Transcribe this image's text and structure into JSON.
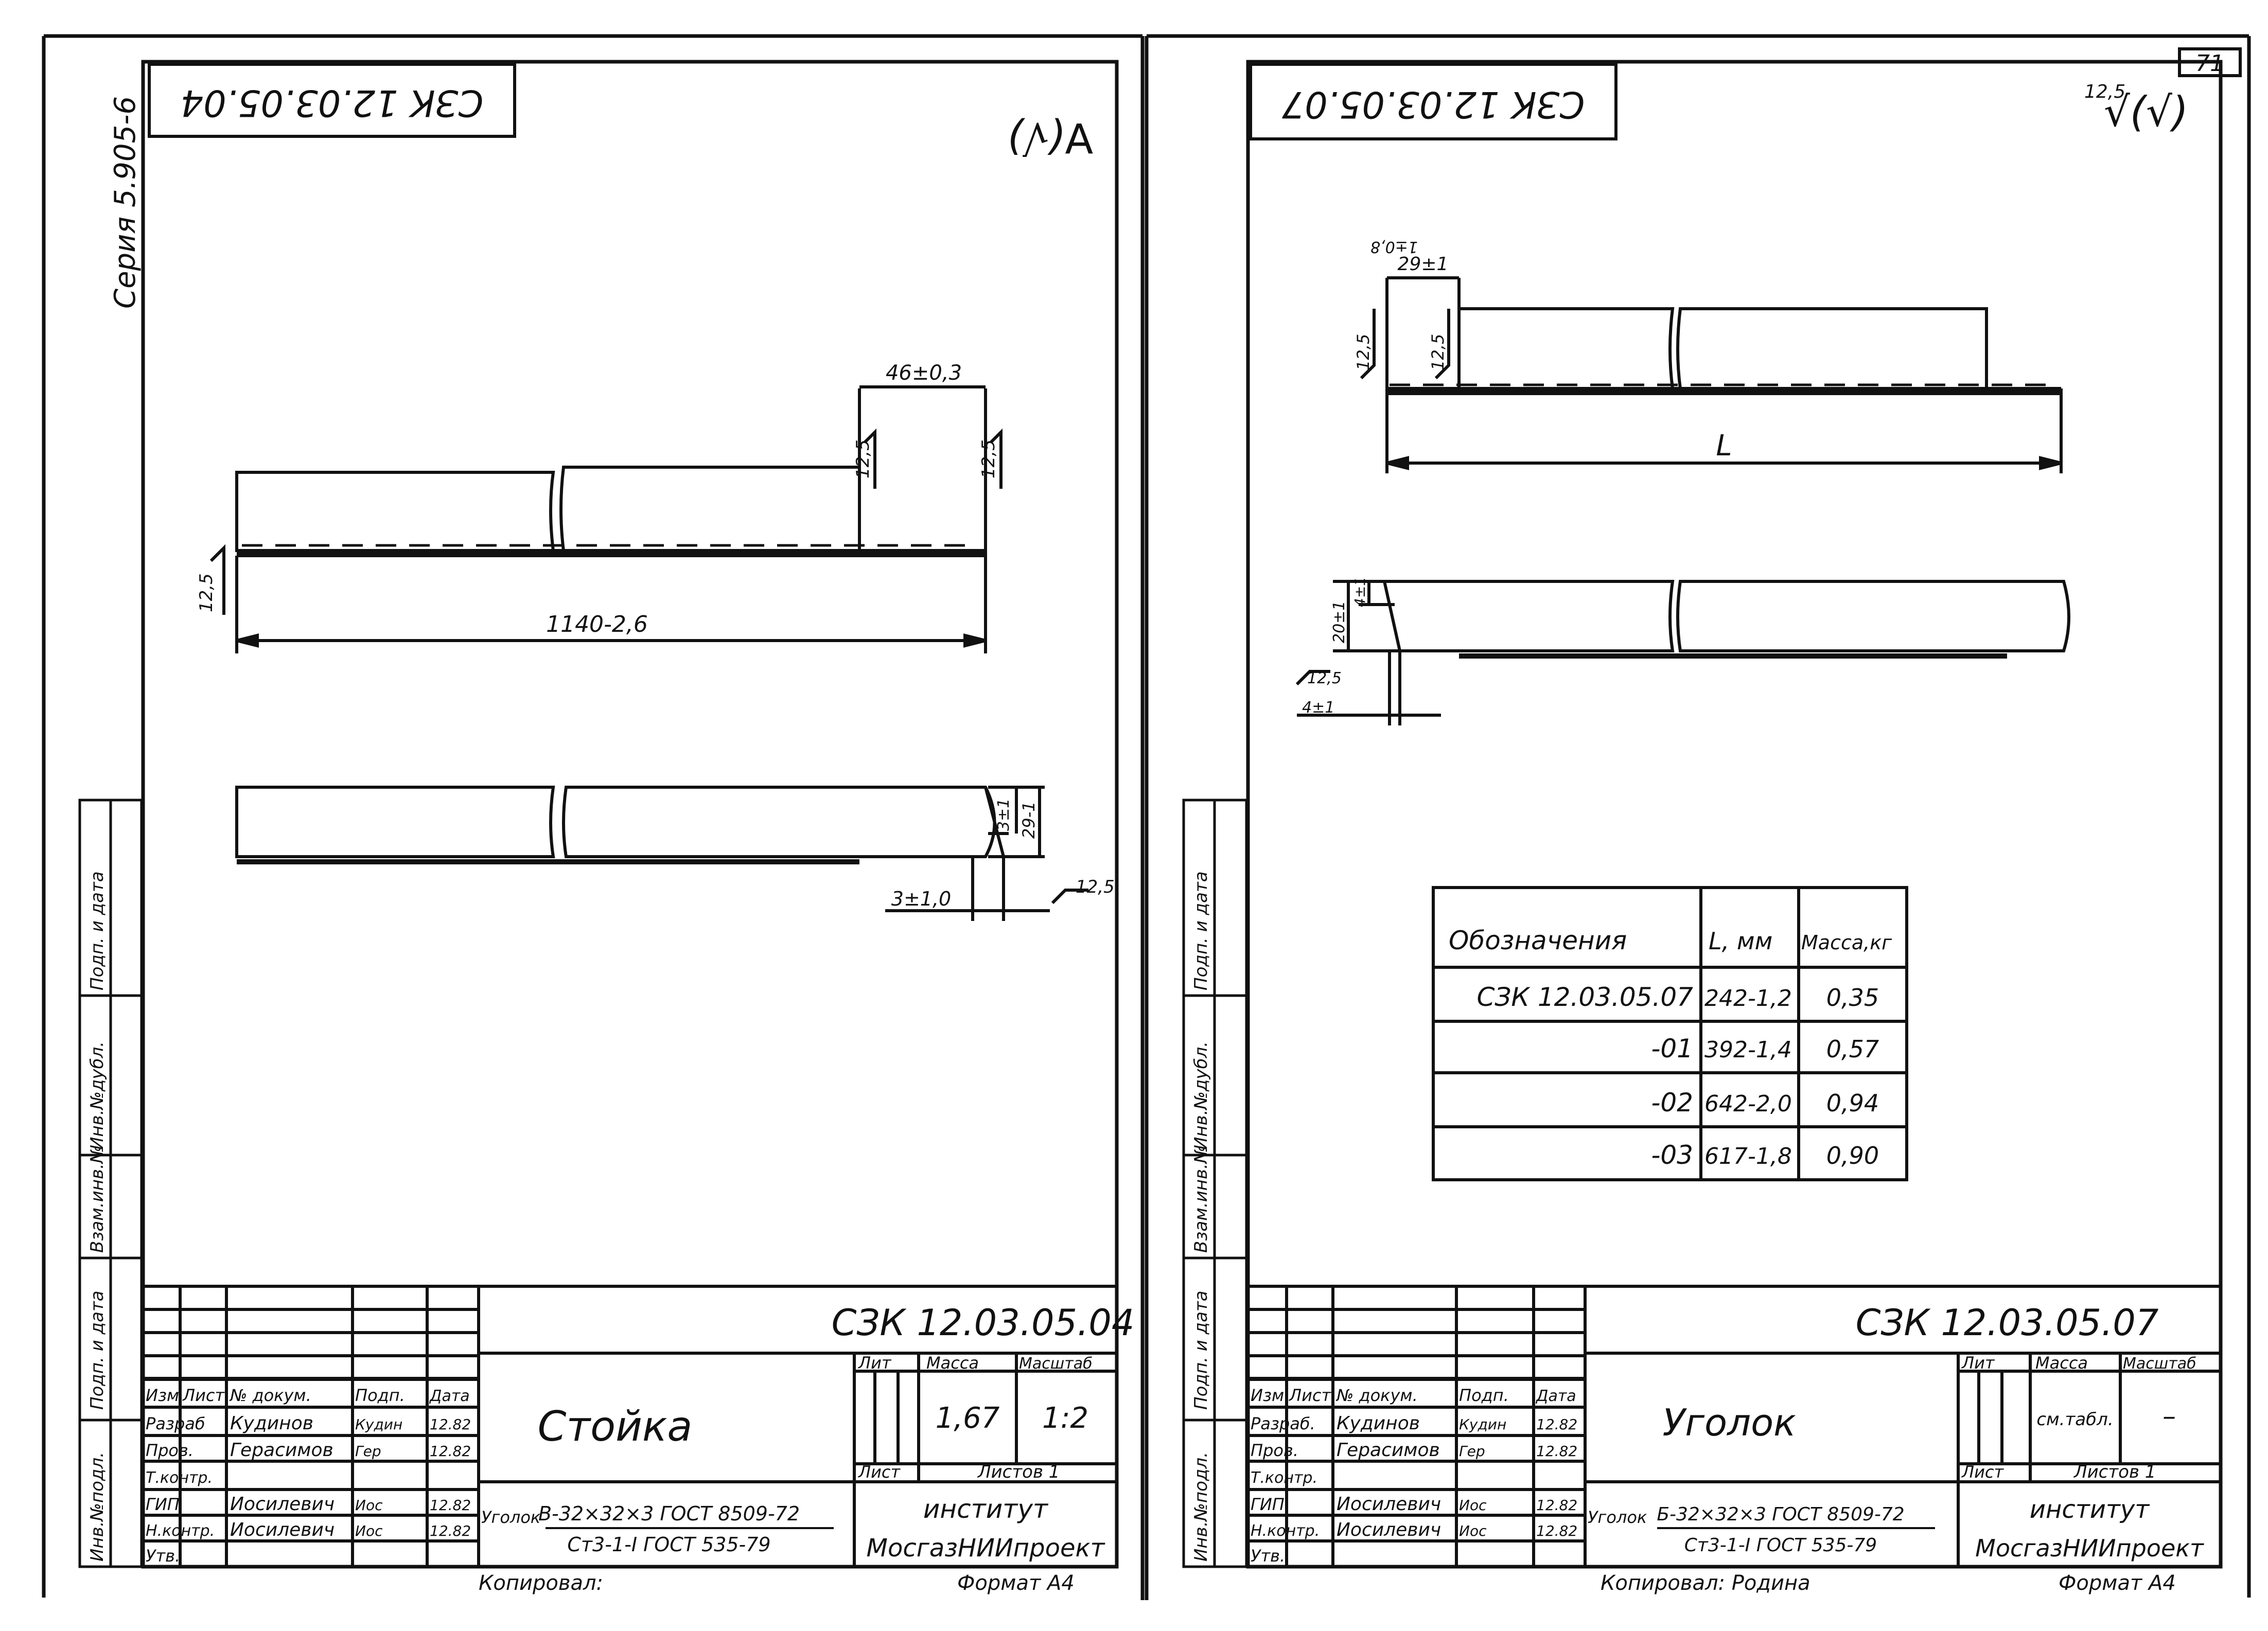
{
  "page_number": "71",
  "series": "Серия 5.905-6",
  "sheets": [
    {
      "code_rotated": "СЗК 12.03.05.04",
      "roughness": "∀(√)",
      "part_name": "Стойка",
      "designation": "СЗК 12.03.05.04",
      "mass": "1,67",
      "scale": "1:2",
      "material_prefix": "Уголок",
      "material_line1": "В-32×32×3 ГОСТ 8509-72",
      "material_line2": "Ст3-1-I ГОСТ 535-79",
      "sheets_label": "Листов 1",
      "org_line1": "институт",
      "org_line2": "МосгазНИИпроект",
      "copied_by": "Копировал:",
      "format": "Формат А4",
      "dims": {
        "overall_length": "1140-2,6",
        "top_width": "46±0,3",
        "angle_left": "12,5",
        "angle_mid": "12,5",
        "angle_right": "12,5",
        "bottom_thick": "3±1",
        "bottom_height": "29-1",
        "bottom_offset": "3±1,0",
        "bottom_roughness": "12,5"
      },
      "block": {
        "rows": [
          {
            "role": "Изм",
            "sheet": "Лист",
            "doc": "№ докум.",
            "sign": "Подп.",
            "date": "Дата"
          },
          {
            "role": "Разраб",
            "name": "Кудинов",
            "sign": "Кудин",
            "date": "12.82"
          },
          {
            "role": "Пров.",
            "name": "Герасимов",
            "sign": "Гер",
            "date": "12.82"
          },
          {
            "role": "Т.контр.",
            "name": "",
            "sign": "",
            "date": ""
          },
          {
            "role": "ГИП",
            "name": "Иосилевич",
            "sign": "Иос",
            "date": "12.82"
          },
          {
            "role": "Н.контр.",
            "name": "Иосилевич",
            "sign": "Иос",
            "date": "12.82"
          },
          {
            "role": "Утв.",
            "name": "",
            "sign": "",
            "date": ""
          }
        ],
        "lit": "Лит",
        "massa": "Масса",
        "masshtab": "Масштаб",
        "list": "Лист"
      }
    },
    {
      "code_rotated": "СЗК 12.03.05.07",
      "roughness_value": "12,5",
      "roughness": "√(√)",
      "part_name": "Уголок",
      "designation": "СЗК 12.03.05.07",
      "mass": "см.табл.",
      "scale": "–",
      "material_prefix": "Уголок",
      "material_line1": "Б-32×32×3 ГОСТ 8509-72",
      "material_line2": "Ст3-1-I ГОСТ 535-79",
      "sheets_label": "Листов 1",
      "org_line1": "институт",
      "org_line2": "МосгазНИИпроект",
      "copied_by": "Копировал: Родина",
      "format": "Формат А4",
      "dims": {
        "top_width": "29±1",
        "top_thick": "1±0,8",
        "angle_left": "12,5",
        "angle_mid": "12,5",
        "length": "L",
        "bottom_h1": "20±1",
        "bottom_h2": "4±1",
        "bottom_rough": "12,5",
        "bottom_offset": "4±1"
      },
      "block": {
        "rows": [
          {
            "role": "Изм",
            "sheet": "Лист",
            "doc": "№ докум.",
            "sign": "Подп.",
            "date": "Дата"
          },
          {
            "role": "Разраб.",
            "name": "Кудинов",
            "sign": "Кудин",
            "date": "12.82"
          },
          {
            "role": "Пров.",
            "name": "Герасимов",
            "sign": "Гер",
            "date": "12.82"
          },
          {
            "role": "Т.контр.",
            "name": "",
            "sign": "",
            "date": ""
          },
          {
            "role": "ГИП",
            "name": "Иосилевич",
            "sign": "Иос",
            "date": "12.82"
          },
          {
            "role": "Н.контр.",
            "name": "Иосилевич",
            "sign": "Иос",
            "date": "12.82"
          },
          {
            "role": "Утв.",
            "name": "",
            "sign": "",
            "date": ""
          }
        ],
        "lit": "Лит",
        "massa": "Масса",
        "masshtab": "Масштаб",
        "list": "Лист"
      },
      "table": {
        "headers": [
          "Обозначения",
          "L, мм",
          "Масса,кг"
        ],
        "rows": [
          [
            "СЗК 12.03.05.07",
            "242-1,2",
            "0,35"
          ],
          [
            "-01",
            "392-1,4",
            "0,57"
          ],
          [
            "-02",
            "642-2,0",
            "0,94"
          ],
          [
            "-03",
            "617-1,8",
            "0,90"
          ]
        ]
      }
    }
  ],
  "side_stamp": [
    "Инв.№подл.",
    "Подп. и дата",
    "Взам.инв.№",
    "Инв.№дубл.",
    "Подп. и дата"
  ]
}
